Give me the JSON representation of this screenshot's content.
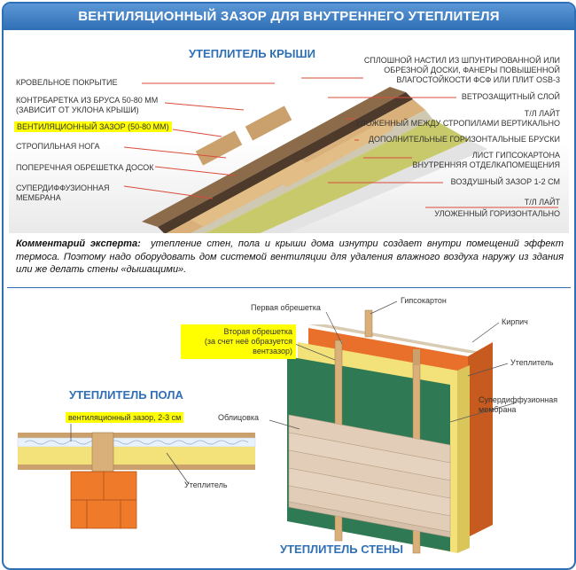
{
  "banner": {
    "title": "ВЕНТИЛЯЦИОННЫЙ ЗАЗОР ДЛЯ ВНУТРЕННЕГО УТЕПЛИТЕЛЯ"
  },
  "roof": {
    "title": "УТЕПЛИТЕЛЬ КРЫШИ",
    "left_labels": [
      "КРОВЕЛЬНОЕ ПОКРЫТИЕ",
      "КОНТРБАРЕТКА ИЗ БРУСА 50-80 ММ",
      "(ЗАВИСИТ ОТ УКЛОНА КРЫШИ)",
      "ВЕНТИЛЯЦИОННЫЙ ЗАЗОР (50-80 ММ)",
      "СТРОПИЛЬНАЯ НОГА",
      "ПОПЕРЕЧНАЯ ОБРЕШЕТКА ДОСОК",
      "СУПЕРДИФФУЗИОННАЯ",
      "МЕМБРАНА"
    ],
    "right_labels": [
      "СПЛОШНОЙ НАСТИЛ ИЗ ШПУНТИРОВАННОЙ ИЛИ",
      "ОБРЕЗНОЙ ДОСКИ, ФАНЕРЫ ПОВЫШЕННОЙ",
      "ВЛАГОСТОЙКОСТИ ФСФ ИЛИ ПЛИТ OSB-3",
      "ВЕТРОЗАЩИТНЫЙ СЛОЙ",
      "Т/Л ЛАЙТ",
      "УЛОЖЕННЫЙ МЕЖДУ СТРОПИЛАМИ ВЕРТИКАЛЬНО",
      "ДОПОЛНИТЕЛЬНЫЕ ГОРИЗОНТАЛЬНЫЕ БРУСКИ",
      "ЛИСТ ГИПСОКАРТОНА",
      "ВНУТРЕННЯЯ ОТДЕЛКАПОМЕЩЕНИЯ",
      "ВОЗДУШНЫЙ ЗАЗОР 1-2 СМ",
      "Т/Л ЛАЙТ",
      "УЛОЖЕННЫЙ ГОРИЗОНТАЛЬНО"
    ]
  },
  "comment": {
    "lead": "Комментарий эксперта:",
    "text": "утепление стен, пола и крыши дома изнутри создает внутри помещений эффект термоса. Поэтому надо оборудовать дом системой вентиляции для удаления влажного воздуха наружу из здания или же делать стены «дышащими»."
  },
  "floor": {
    "title": "УТЕПЛИТЕЛЬ ПОЛА",
    "gap_label": "вентиляционный зазор, 2-3 см",
    "insulation_label": "Утеплитель"
  },
  "wall": {
    "title": "УТЕПЛИТЕЛЬ СТЕНЫ",
    "labels": {
      "first_batten": "Первая обрешетка",
      "second_batten_1": "Вторая обрешетка",
      "second_batten_2": "(за счет неё образуется",
      "second_batten_3": "вентзазор)",
      "drywall": "Гипсокартон",
      "brick": "Кирпич",
      "insulation": "Утеплитель",
      "membrane_1": "Супердиффузионная",
      "membrane_2": "мембрана",
      "cladding": "Облицовка"
    }
  },
  "colors": {
    "accent": "#2f6fb5",
    "highlight": "#ffff00",
    "insulation": "#f3e27a",
    "membrane": "#2f7a55",
    "brick": "#e9702a",
    "wood": "#d9b07a"
  }
}
